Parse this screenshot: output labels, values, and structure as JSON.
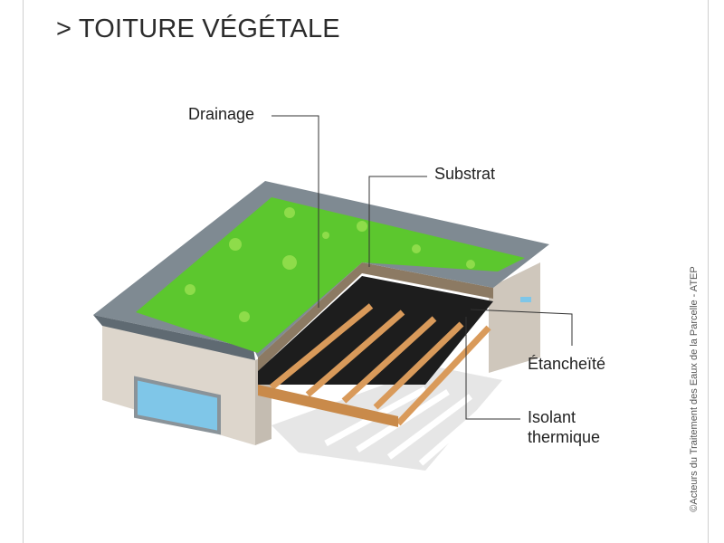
{
  "title": "> TOITURE VÉGÉTALE",
  "labels": {
    "drainage": "Drainage",
    "substrat": "Substrat",
    "etancheite": "Étancheïté",
    "isolant_line1": "Isolant",
    "isolant_line2": "thermique"
  },
  "credit": "©Acteurs du Traitement des Eaux de la Parcelle - ATEP",
  "colors": {
    "vegetation": "#5cc72e",
    "parapet": "#7f8a92",
    "wall": "#ddd6cc",
    "membrane": "#1d1d1d",
    "wood": "#d99a5a",
    "glass": "#7fc6e8"
  }
}
